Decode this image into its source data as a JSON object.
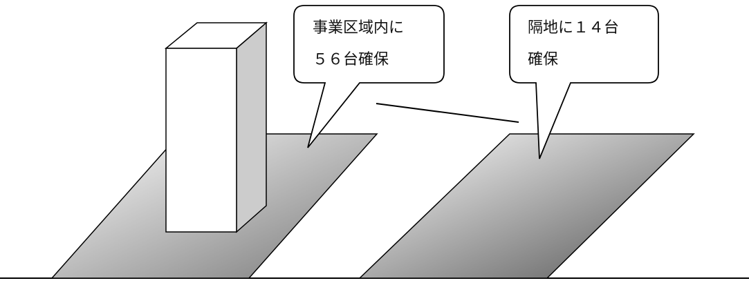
{
  "callouts": [
    {
      "line1": "事業区域内に",
      "line2": "５６台確保"
    },
    {
      "line1": "隔地に１４台",
      "line2": "確保"
    }
  ],
  "colors": {
    "stroke": "#000000",
    "fill_light": "#ffffff",
    "fill_dark": "#666666",
    "building_side": "#cccccc",
    "building_front": "#ffffff"
  }
}
